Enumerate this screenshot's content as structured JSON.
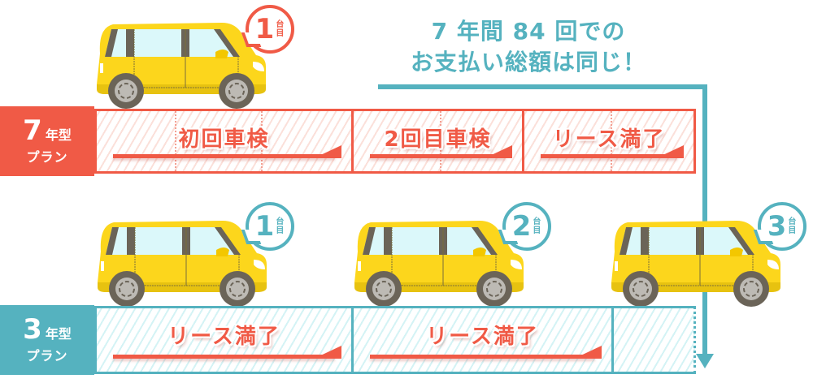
{
  "headline": {
    "line1": "7 年間 84 回での",
    "line2": "お支払い総額は同じ！"
  },
  "colors": {
    "seven_year_accent": "#f05a46",
    "three_year_accent": "#55b2bf",
    "car_body": "#fcd61c",
    "arrow": "#f05a46"
  },
  "plans": [
    {
      "id": "plan-7-year",
      "number": "7",
      "type_label": "年型",
      "plan_label": "プラン",
      "segments": [
        {
          "label": "初回車検"
        },
        {
          "label": "2回目車検"
        },
        {
          "label": "リース満了"
        }
      ],
      "cars": [
        {
          "badge_number": "1",
          "badge_unit": "台目"
        }
      ]
    },
    {
      "id": "plan-3-year",
      "number": "3",
      "type_label": "年型",
      "plan_label": "プラン",
      "segments": [
        {
          "label": "リース満了"
        },
        {
          "label": "リース満了"
        },
        {
          "label": ""
        }
      ],
      "cars": [
        {
          "badge_number": "1",
          "badge_unit": "台目"
        },
        {
          "badge_number": "2",
          "badge_unit": "台目"
        },
        {
          "badge_number": "3",
          "badge_unit": "台目"
        }
      ]
    }
  ]
}
